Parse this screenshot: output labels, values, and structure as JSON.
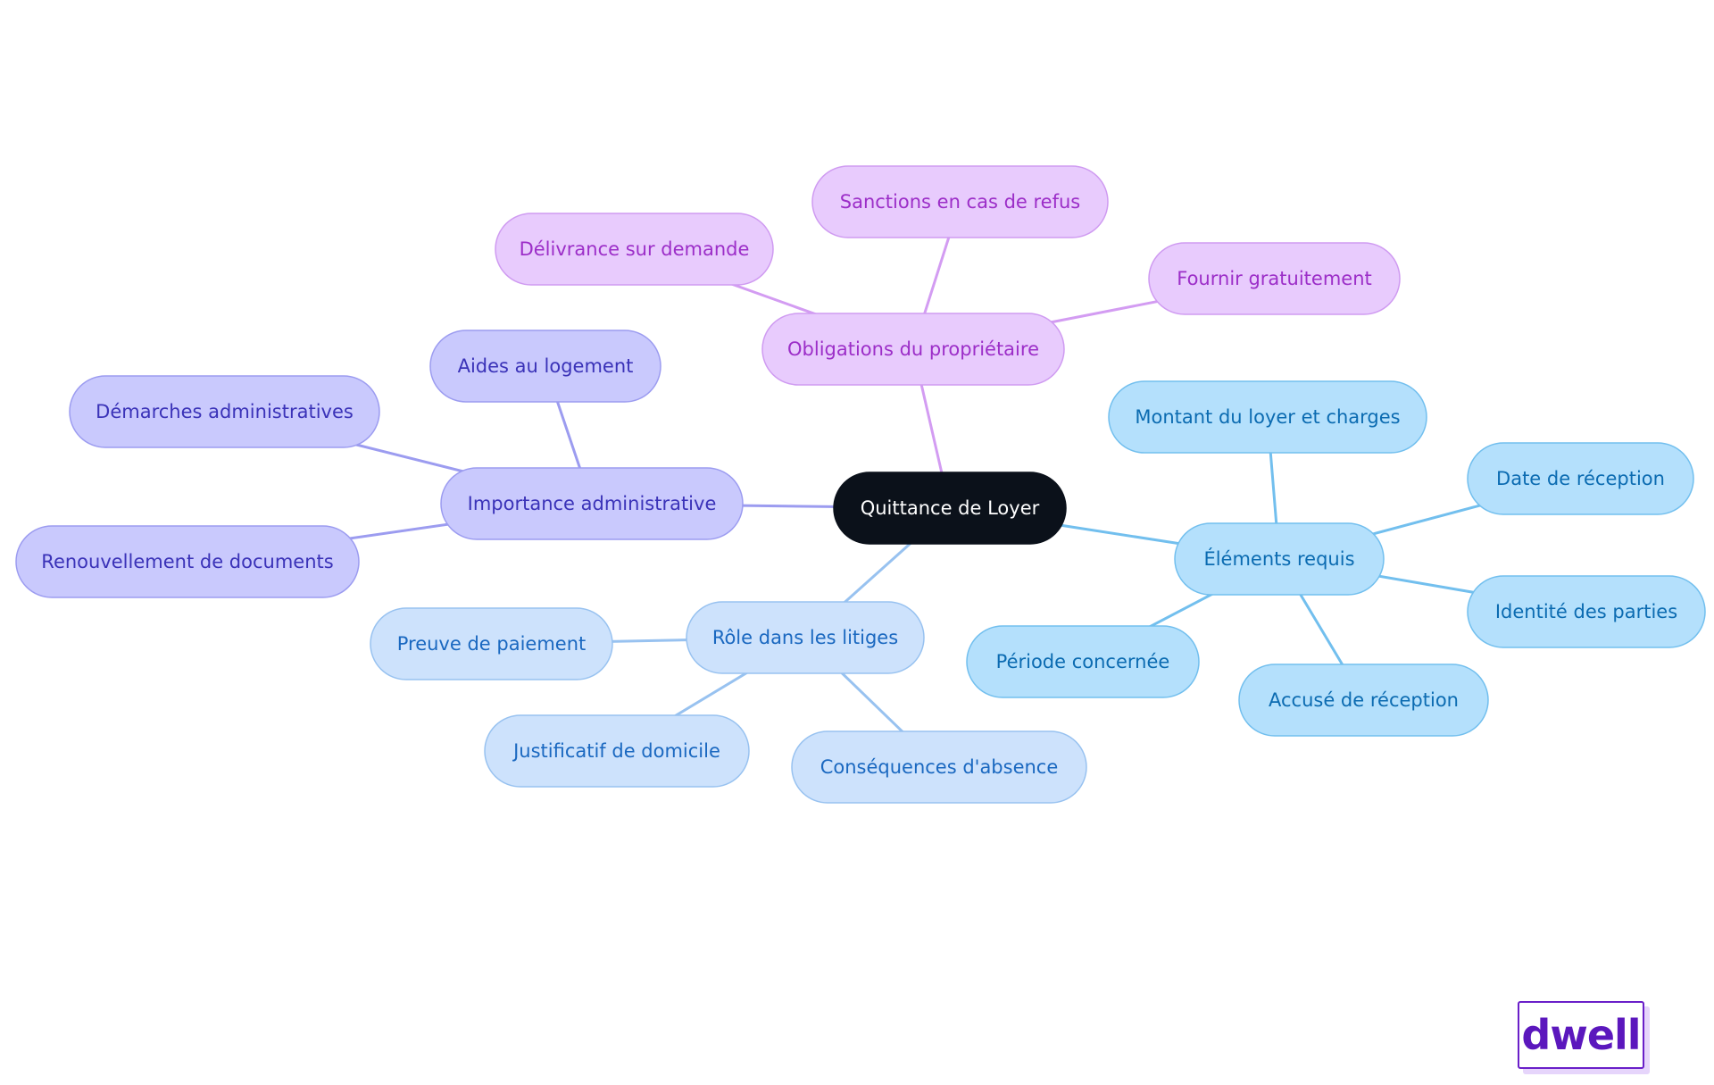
{
  "brand": {
    "logo_text": "dwell",
    "logo_color": "#5b17bd"
  },
  "mindmap": {
    "root": {
      "id": "root",
      "label": "Quittance de Loyer",
      "theme": "root"
    },
    "nodes": [
      {
        "id": "importance-administrative",
        "label": "Importance administrative",
        "parent": "root",
        "theme": "indigo"
      },
      {
        "id": "aides-au-logement",
        "label": "Aides au logement",
        "parent": "importance-administrative",
        "theme": "indigo"
      },
      {
        "id": "demarches-administratives",
        "label": "Démarches administratives",
        "parent": "importance-administrative",
        "theme": "indigo"
      },
      {
        "id": "renouvellement-de-documents",
        "label": "Renouvellement de documents",
        "parent": "importance-administrative",
        "theme": "indigo"
      },
      {
        "id": "obligations-du-proprietaire",
        "label": "Obligations du propriétaire",
        "parent": "root",
        "theme": "violet"
      },
      {
        "id": "delivrance-sur-demande",
        "label": "Délivrance sur demande",
        "parent": "obligations-du-proprietaire",
        "theme": "violet"
      },
      {
        "id": "sanctions-en-cas-de-refus",
        "label": "Sanctions en cas de refus",
        "parent": "obligations-du-proprietaire",
        "theme": "violet"
      },
      {
        "id": "fournir-gratuitement",
        "label": "Fournir gratuitement",
        "parent": "obligations-du-proprietaire",
        "theme": "violet"
      },
      {
        "id": "elements-requis",
        "label": "Éléments requis",
        "parent": "root",
        "theme": "sky"
      },
      {
        "id": "montant-du-loyer",
        "label": "Montant du loyer et charges",
        "parent": "elements-requis",
        "theme": "sky"
      },
      {
        "id": "date-de-reception",
        "label": "Date de réception",
        "parent": "elements-requis",
        "theme": "sky"
      },
      {
        "id": "identite-des-parties",
        "label": "Identité des parties",
        "parent": "elements-requis",
        "theme": "sky"
      },
      {
        "id": "accuse-de-reception",
        "label": "Accusé de réception",
        "parent": "elements-requis",
        "theme": "sky"
      },
      {
        "id": "periode-concernee",
        "label": "Période concernée",
        "parent": "elements-requis",
        "theme": "sky"
      },
      {
        "id": "role-dans-les-litiges",
        "label": "Rôle dans les litiges",
        "parent": "root",
        "theme": "light"
      },
      {
        "id": "preuve-de-paiement",
        "label": "Preuve de paiement",
        "parent": "role-dans-les-litiges",
        "theme": "light"
      },
      {
        "id": "justificatif-de-domicile",
        "label": "Justificatif de domicile",
        "parent": "role-dans-les-litiges",
        "theme": "light"
      },
      {
        "id": "consequences-dabsence",
        "label": "Conséquences d'absence",
        "parent": "role-dans-les-litiges",
        "theme": "light"
      }
    ],
    "themes": {
      "root": {
        "fill": "#0b111a",
        "stroke": "#0b111a",
        "text": "#ffffff",
        "edge": "#0b111a"
      },
      "indigo": {
        "fill": "#c9c9fd",
        "stroke": "#9c9cf0",
        "text": "#3a32b8",
        "edge": "#9c9cf0"
      },
      "violet": {
        "fill": "#e8cbfd",
        "stroke": "#cf9bf1",
        "text": "#9c2ec8",
        "edge": "#d39cf2"
      },
      "sky": {
        "fill": "#b4e0fc",
        "stroke": "#72bfee",
        "text": "#0b6bb1",
        "edge": "#72bfee"
      },
      "light": {
        "fill": "#cde2fc",
        "stroke": "#98c2f0",
        "text": "#1a68c0",
        "edge": "#98c2f0"
      }
    }
  }
}
